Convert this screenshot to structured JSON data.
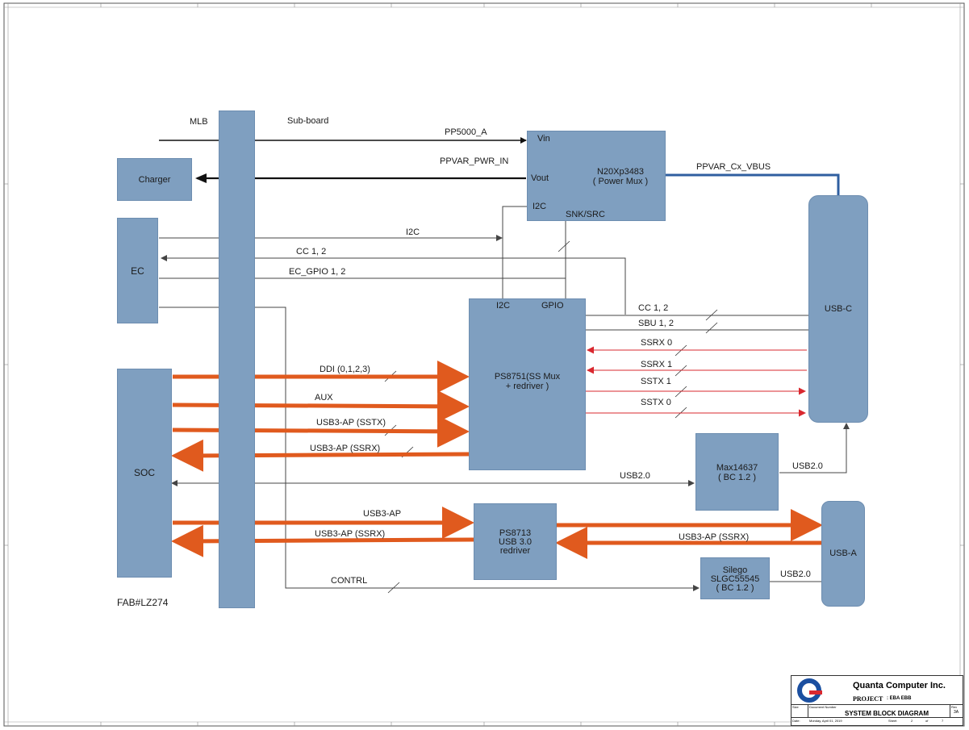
{
  "labels": {
    "mlb": "MLB",
    "sub_board": "Sub-board",
    "pp5000": "PP5000_A",
    "ppvar_pwr_in": "PPVAR_PWR_IN",
    "ppvar_cx_vbus": "PPVAR_Cx_VBUS",
    "i2c": "I2C",
    "cc12_ec": "CC 1, 2",
    "ec_gpio": "EC_GPIO 1, 2",
    "cc12_right": "CC 1, 2",
    "sbu12": "SBU 1, 2",
    "ssrx0": "SSRX 0",
    "ssrx1": "SSRX 1",
    "sstx1": "SSTX 1",
    "sstx0": "SSTX 0",
    "ddi": "DDI (0,1,2,3)",
    "aux": "AUX",
    "usb3_sstx": "USB3-AP (SSTX)",
    "usb3_ssrx": "USB3-AP (SSRX)",
    "usb20_mid": "USB2.0",
    "usb20_right": "USB2.0",
    "usb3_ap": "USB3-AP",
    "usb3_ssrx_left": "USB3-AP (SSRX)",
    "usb3_ssrx_right": "USB3-AP (SSRX)",
    "contrl": "CONTRL",
    "usb20_usba": "USB2.0",
    "fab": "FAB#LZ274"
  },
  "blocks": {
    "charger": "Charger",
    "ec": "EC",
    "soc": "SOC",
    "mux_vin": "Vin",
    "mux_vout": "Vout",
    "mux_i2c": "I2C",
    "mux_snk": "SNK/SRC",
    "mux_name": "N20Xp3483",
    "mux_sub": "( Power Mux )",
    "ps_i2c": "I2C",
    "ps_gpio": "GPIO",
    "ps_name": "PS8751(SS Mux",
    "ps_sub": "+ redriver )",
    "max_name": "Max14637",
    "max_sub": "( BC 1.2 )",
    "ps8713_l1": "PS8713",
    "ps8713_l2": "USB 3.0",
    "ps8713_l3": "redriver",
    "silego_l1": "Silego",
    "silego_l2": "SLGC55545",
    "silego_l3": "( BC 1.2 )",
    "usbc": "USB-C",
    "usba": "USB-A"
  },
  "title_block": {
    "company": "Quanta Computer Inc.",
    "project_label": "PROJECT",
    "project_value": ": EBA   EBB",
    "size_label": "Size",
    "doc_label": "Document Number",
    "rev_label": "Rev",
    "rev_value": "3A",
    "title": "SYSTEM BLOCK DIAGRAM",
    "date_label": "Date:",
    "date_value": "Monday, April 01, 2019",
    "sheet_label": "Sheet",
    "sheet_value": "2",
    "of_label": "of",
    "of_value": "7"
  },
  "colors": {
    "block_fill": "#7f9fc0",
    "orange_bus": "#e05a1e",
    "red_line": "#d9282f",
    "blue_line": "#2f5fa0"
  }
}
